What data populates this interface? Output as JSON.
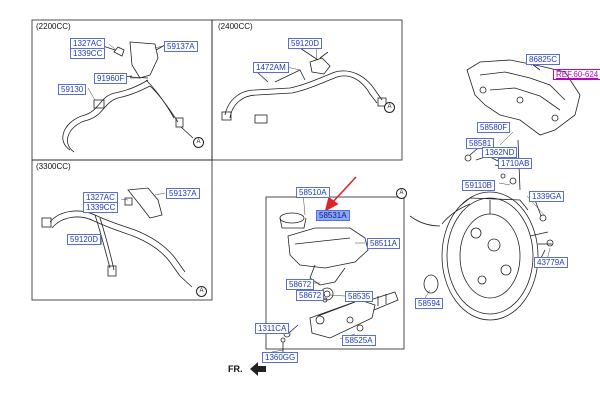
{
  "sections": {
    "s2200": "(2200CC)",
    "s2400": "(2400CC)",
    "s3300": "(3300CC)"
  },
  "parts": {
    "p1327AC_a": "1327AC",
    "p1339CC_a": "1339CC",
    "p59137A_a": "59137A",
    "p91960F": "91960F",
    "p59130": "59130",
    "p59120D_a": "59120D",
    "p1472AM": "1472AM",
    "p1327AC_b": "1327AC",
    "p1339CC_b": "1339CC",
    "p59137A_b": "59137A",
    "p59120D_b": "59120D",
    "p86825C": "86825C",
    "p58580F": "58580F",
    "p58581": "58581",
    "p1362ND": "1362ND",
    "p1710AB": "1710AB",
    "p59110B": "59110B",
    "p1339GA": "1339GA",
    "p43779A": "43779A",
    "p58594": "58594",
    "p58510A": "58510A",
    "p58531A": "58531A",
    "p58511A": "58511A",
    "p58672_a": "58672",
    "p58672_b": "58672",
    "p58535": "58535",
    "p58525A": "58525A",
    "p1311CA": "1311CA",
    "p1360GG": "1360GG"
  },
  "reference_link": "REF.60-624",
  "callout_letter": "A",
  "direction_label": "FR.",
  "colors": {
    "label_text": "#1f3bb5",
    "label_border": "#5a6fd6",
    "selected_fill": "#8aa7ff",
    "reference": "#c000c0",
    "pointer_arrow": "#e0242b",
    "line_art": "#222222"
  }
}
